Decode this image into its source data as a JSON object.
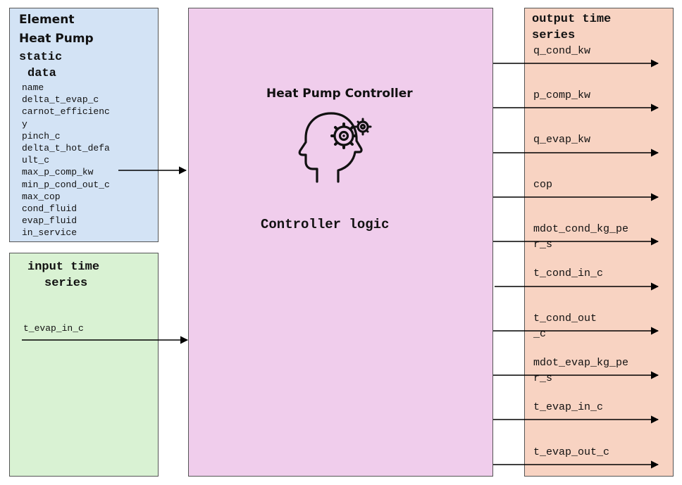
{
  "static_box": {
    "element_label": "Element",
    "component_label": "Heat Pump",
    "static_label": "static",
    "data_label": "data",
    "fields": [
      "name",
      "delta_t_evap_c",
      "carnot_efficienc",
      "y",
      "pinch_c",
      "delta_t_hot_defa",
      "ult_c",
      "max_p_comp_kw",
      "min_p_cond_out_c",
      "max_cop",
      "cond_fluid",
      "evap_fluid",
      "in_service"
    ]
  },
  "input_box": {
    "title_line1": "input time",
    "title_line2": "series",
    "field": "t_evap_in_c"
  },
  "controller": {
    "title": "Heat Pump Controller",
    "logic_label": "Controller logic",
    "icon": "head-with-gear-icon"
  },
  "output_box": {
    "title_line1": "output time",
    "title_line2": "series",
    "fields": [
      "q_cond_kw",
      "p_comp_kw",
      "q_evap_kw",
      "cop",
      "mdot_cond_kg_pe\nr_s",
      "t_cond_in_c",
      "t_cond_out\n_c",
      "mdot_evap_kg_pe\nr_s",
      "t_evap_in_c",
      "t_evap_out_c"
    ]
  },
  "colors": {
    "static_box": "#d3e3f5",
    "input_box": "#d9f2d3",
    "controller_box": "#f0cdec",
    "output_box": "#f8d3c2",
    "arrow": "#000000"
  }
}
